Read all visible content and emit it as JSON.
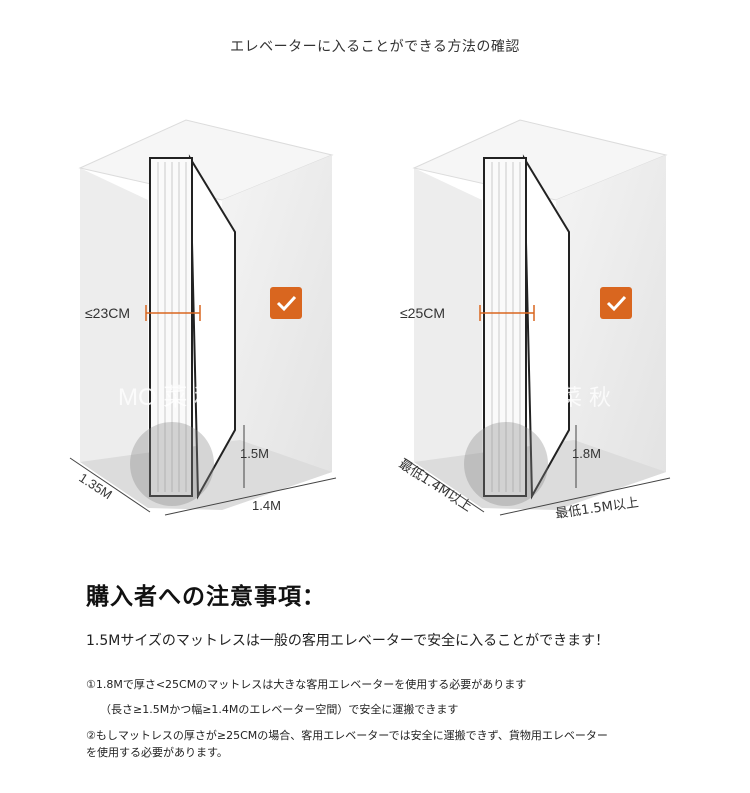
{
  "title": "エレベーターに入ることができる方法の確認",
  "colors": {
    "accent": "#d9661f",
    "box": "#e9e9e9",
    "line": "#222222"
  },
  "diagrams": [
    {
      "thickness": "≤23CM",
      "depth": "1.35M",
      "width": "1.4M",
      "height": "1.5M",
      "check_icon": "check-badge-icon",
      "watermark": "MO 菜 秋"
    },
    {
      "thickness": "≤25CM",
      "depth": "最低1.4M以上",
      "width": "最低1.5M以上",
      "height": "1.8M",
      "check_icon": "check-badge-icon",
      "watermark": "菜 秋"
    }
  ],
  "notice": {
    "heading": "購入者への注意事項：",
    "lead": "1.5Mサイズのマットレスは一般の客用エレベーターで安全に入ることができます！",
    "note1": "①1.8Mで厚さ<25CMのマットレスは大きな客用エレベーターを使用する必要があります",
    "note2": "（長さ≥1.5Mかつ幅≥1.4Mのエレベーター空間）で安全に運搬できます",
    "note3": "②もしマットレスの厚さが≥25CMの場合、客用エレベーターでは安全に運搬できず、貨物用エレベーターを使用する必要があります。"
  }
}
